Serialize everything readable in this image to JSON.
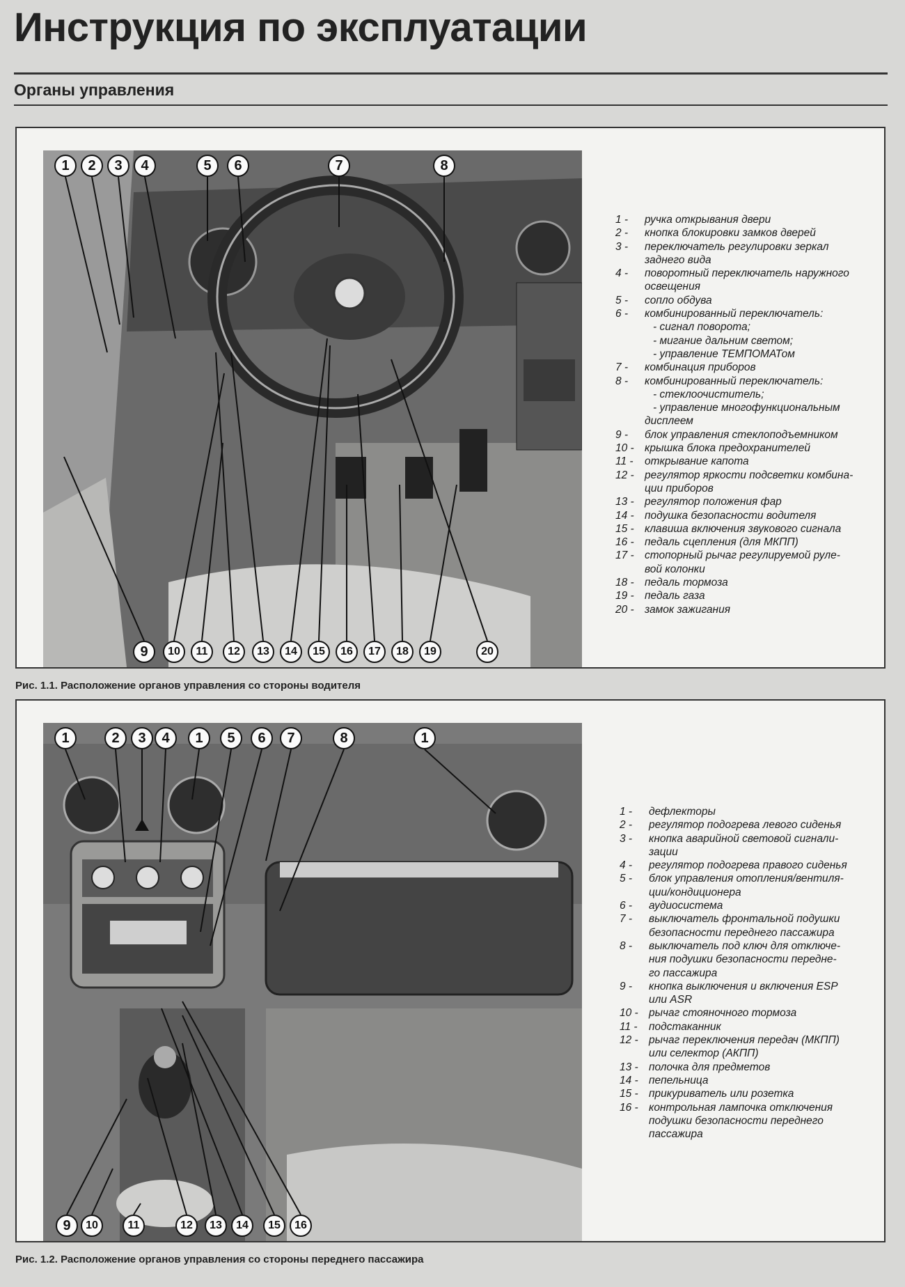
{
  "page": {
    "title": "Инструкция по эксплуатации",
    "section": "Органы управления"
  },
  "figure1": {
    "caption": "Рис. 1.1. Расположение органов управления со стороны водителя",
    "callouts_top": [
      "1",
      "2",
      "3",
      "4",
      "5",
      "6",
      "7",
      "8"
    ],
    "callouts_bottom": [
      "9",
      "10",
      "11",
      "12",
      "13",
      "14",
      "15",
      "16",
      "17",
      "18",
      "19",
      "20"
    ],
    "legend": [
      {
        "num": "1 -",
        "lines": [
          "ручка открывания двери"
        ]
      },
      {
        "num": "2 -",
        "lines": [
          "кнопка блокировки замков дверей"
        ]
      },
      {
        "num": "3 -",
        "lines": [
          "переключатель регулировки зеркал",
          "заднего вида"
        ]
      },
      {
        "num": "4 -",
        "lines": [
          "поворотный переключатель наружного",
          "освещения"
        ]
      },
      {
        "num": "5 -",
        "lines": [
          "сопло обдува"
        ]
      },
      {
        "num": "6 -",
        "lines": [
          "комбинированный переключатель:",
          "- сигнал поворота;",
          "- мигание дальним светом;",
          "- управление ТЕМПОМАТом"
        ]
      },
      {
        "num": "7 -",
        "lines": [
          "комбинация приборов"
        ]
      },
      {
        "num": "8 -",
        "lines": [
          "комбинированный переключатель:",
          "- стеклоочиститель;",
          "- управление многофункциональным",
          "дисплеем"
        ]
      },
      {
        "num": "9 -",
        "lines": [
          "блок управления стеклоподъемником"
        ]
      },
      {
        "num": "10 -",
        "lines": [
          "крышка блока предохранителей"
        ]
      },
      {
        "num": "11 -",
        "lines": [
          "открывание капота"
        ]
      },
      {
        "num": "12 -",
        "lines": [
          "регулятор яркости подсветки комбина-",
          "ции приборов"
        ]
      },
      {
        "num": "13 -",
        "lines": [
          "регулятор положения фар"
        ]
      },
      {
        "num": "14 -",
        "lines": [
          "подушка безопасности водителя"
        ]
      },
      {
        "num": "15 -",
        "lines": [
          "клавиша включения звукового сигнала"
        ]
      },
      {
        "num": "16 -",
        "lines": [
          "педаль сцепления (для МКПП)"
        ]
      },
      {
        "num": "17 -",
        "lines": [
          "стопорный рычаг регулируемой руле-",
          "вой колонки"
        ]
      },
      {
        "num": "18 -",
        "lines": [
          "педаль тормоза"
        ]
      },
      {
        "num": "19 -",
        "lines": [
          "педаль газа"
        ]
      },
      {
        "num": "20 -",
        "lines": [
          "замок зажигания"
        ]
      }
    ]
  },
  "figure2": {
    "caption": "Рис. 1.2. Расположение органов управления со стороны переднего пассажира",
    "callouts_top": [
      "1",
      "2",
      "3",
      "4",
      "1",
      "5",
      "6",
      "7",
      "8",
      "1"
    ],
    "callouts_bottom": [
      "9",
      "10",
      "11",
      "12",
      "13",
      "14",
      "15",
      "16"
    ],
    "legend": [
      {
        "num": "1 -",
        "lines": [
          "дефлекторы"
        ]
      },
      {
        "num": "2 -",
        "lines": [
          "регулятор подогрева левого сиденья"
        ]
      },
      {
        "num": "3 -",
        "lines": [
          "кнопка аварийной световой сигнали-",
          "зации"
        ]
      },
      {
        "num": "4 -",
        "lines": [
          "регулятор подогрева правого сиденья"
        ]
      },
      {
        "num": "5 -",
        "lines": [
          "блок управления отопления/вентиля-",
          "ции/кондиционера"
        ]
      },
      {
        "num": "6 -",
        "lines": [
          "аудиосистема"
        ]
      },
      {
        "num": "7 -",
        "lines": [
          "выключатель фронтальной подушки",
          "безопасности переднего пассажира"
        ]
      },
      {
        "num": "8 -",
        "lines": [
          "выключатель под ключ для отключе-",
          "ния подушки безопасности передне-",
          "го пассажира"
        ]
      },
      {
        "num": "9 -",
        "lines": [
          "кнопка выключения и включения ESP",
          "или ASR"
        ]
      },
      {
        "num": "10 -",
        "lines": [
          "рычаг стояночного тормоза"
        ]
      },
      {
        "num": "11 -",
        "lines": [
          "подстаканник"
        ]
      },
      {
        "num": "12 -",
        "lines": [
          "рычаг переключения передач (МКПП)",
          "или селектор (АКПП)"
        ]
      },
      {
        "num": "13 -",
        "lines": [
          "полочка для предметов"
        ]
      },
      {
        "num": "14 -",
        "lines": [
          "пепельница"
        ]
      },
      {
        "num": "15 -",
        "lines": [
          "прикуриватель или розетка"
        ]
      },
      {
        "num": "16 -",
        "lines": [
          "контрольная лампочка отключения",
          "подушки безопасности переднего",
          "пассажира"
        ]
      }
    ]
  }
}
